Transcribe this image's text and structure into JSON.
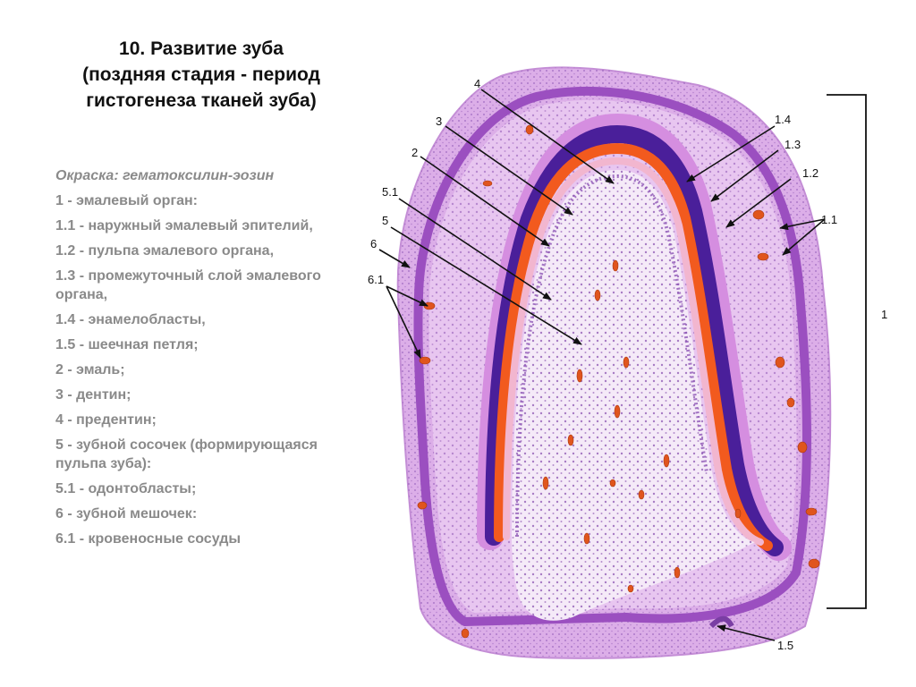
{
  "title": {
    "line1": "10. Развитие зуба",
    "line2": "(поздняя стадия - период",
    "line3": "гистогенеза тканей зуба)"
  },
  "legend": {
    "stain": "Окраска: гематоксилин-эозин",
    "items": [
      "1 - эмалевый орган:",
      " 1.1 - наружный эмалевый эпителий,",
      "1.2 - пульпа эмалевого органа,",
      "1.3 - промежуточный слой эмалевого органа,",
      "1.4 - энамелобласты,",
      "1.5 - шеечная петля;",
      "2 - эмаль;",
      " 3 - дентин;",
      "4 - предентин;",
      "5 - зубной сосочек (формирующаяся пульпа зуба):",
      "5.1 - одонтобласты;",
      "6 - зубной мешочек:",
      "6.1 - кровеносные сосуды"
    ]
  },
  "figure_labels": {
    "l4": "4",
    "l3": "3",
    "l2": "2",
    "l5_1": "5.1",
    "l5": "5",
    "l6": "6",
    "l6_1": "6.1",
    "l1_4": "1.4",
    "l1_3": "1.3",
    "l1_2": "1.2",
    "l1_1": "1.1",
    "l1": "1",
    "l1_5": "1.5"
  },
  "colors": {
    "sac": "#d9a6e6",
    "outer_epithelium": "#9b4fc0",
    "enamel_pulp": "#e6c2ef",
    "ameloblasts": "#4a1f9a",
    "enamel": "#f25a1e",
    "dentin": "#f1b7cf",
    "papilla": "#f4e9f7",
    "vessels": "#e0551d"
  }
}
